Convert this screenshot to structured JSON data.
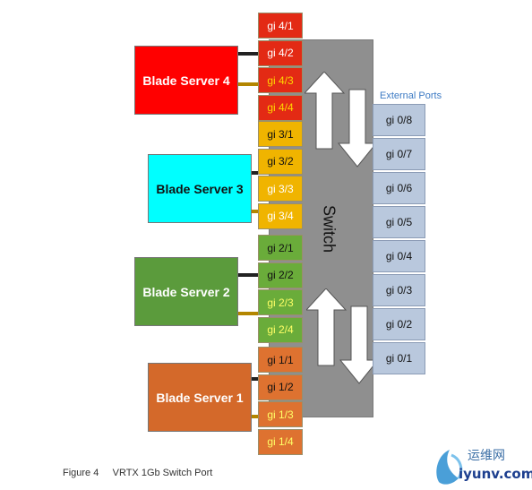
{
  "switch": {
    "label": "Switch"
  },
  "external_ports": {
    "title": "External Ports",
    "ports": [
      "gi 0/8",
      "gi 0/7",
      "gi 0/6",
      "gi 0/5",
      "gi 0/4",
      "gi 0/3",
      "gi 0/2",
      "gi 0/1"
    ]
  },
  "servers": [
    {
      "label": "Blade Server 4",
      "color": "#ff0000",
      "text_color": "#ffffff",
      "ports": [
        "gi 4/1",
        "gi 4/2",
        "gi 4/3",
        "gi 4/4"
      ],
      "port_color": "#e32a14",
      "port_text": [
        "#ffffff",
        "#ffffff",
        "#ffd700",
        "#ffd700"
      ]
    },
    {
      "label": "Blade Server 3",
      "color": "#00ffff",
      "text_color": "#111111",
      "ports": [
        "gi 3/1",
        "gi 3/2",
        "gi 3/3",
        "gi 3/4"
      ],
      "port_color": "#f0b400",
      "port_text": [
        "#111111",
        "#111111",
        "#ffffff",
        "#ffffff"
      ]
    },
    {
      "label": "Blade Server 2",
      "color": "#5b9b3c",
      "text_color": "#ffffff",
      "ports": [
        "gi 2/1",
        "gi 2/2",
        "gi 2/3",
        "gi 2/4"
      ],
      "port_color": "#6aac3a",
      "port_text": [
        "#111111",
        "#111111",
        "#ffff66",
        "#ffff66"
      ]
    },
    {
      "label": "Blade Server 1",
      "color": "#d4692a",
      "text_color": "#ffffff",
      "ports": [
        "gi 1/1",
        "gi 1/2",
        "gi 1/3",
        "gi 1/4"
      ],
      "port_color": "#de7230",
      "port_text": [
        "#111111",
        "#111111",
        "#ffff66",
        "#ffff66"
      ]
    }
  ],
  "caption": "Figure 4     VRTX 1Gb Switch Port",
  "watermark": {
    "text_cn": "运维网",
    "text_url": "iyunv.com"
  }
}
